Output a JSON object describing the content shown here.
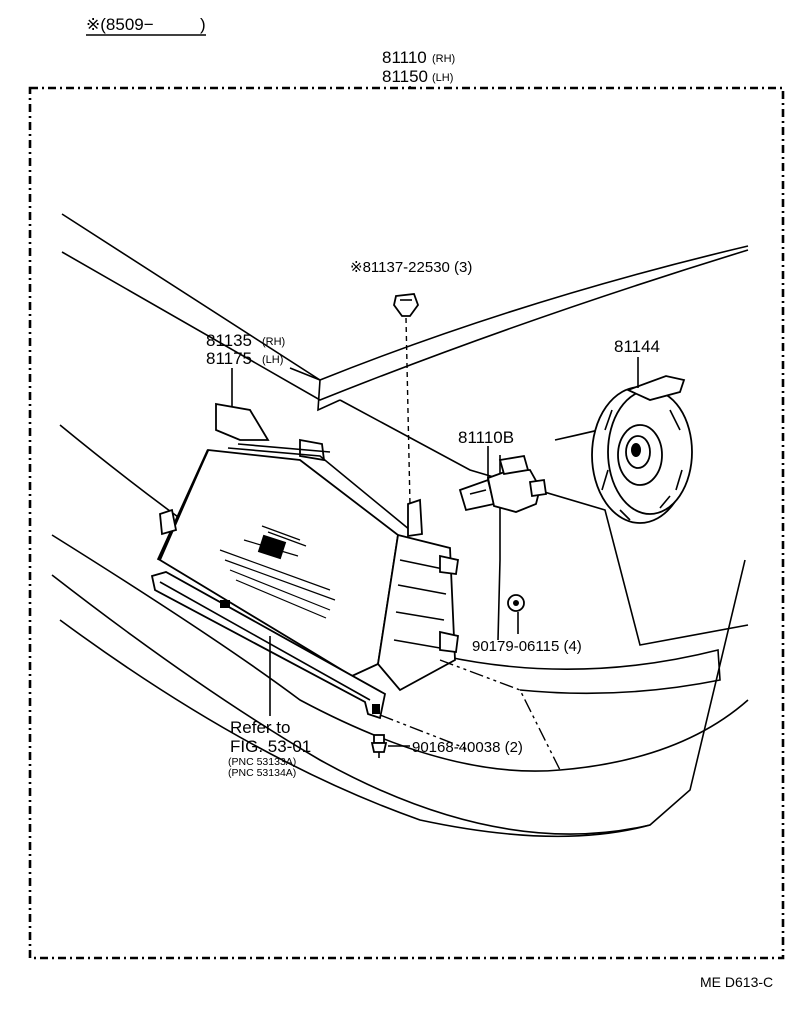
{
  "header": {
    "note": "※(8509−",
    "close": ")"
  },
  "assembly": {
    "line1": "81110",
    "rh": "(RH)",
    "line2": "81150",
    "lh": "(LH)"
  },
  "labels": {
    "clip": "※81137-22530 (3)",
    "bracket_rh": "81135",
    "bracket_rh_tag": "(RH)",
    "bracket_lh": "81175",
    "bracket_lh_tag": "(LH)",
    "cover": "81144",
    "bulb": "81110B",
    "nut": "90179-06115 (4)",
    "screw": "90168-40038 (2)",
    "refer_line1": "Refer to",
    "refer_line2": "FIG. 53-01",
    "refer_pnc1": "(PNC 53133A)",
    "refer_pnc2": "(PNC 53134A)"
  },
  "footer": {
    "code": "ME  D613-C"
  }
}
